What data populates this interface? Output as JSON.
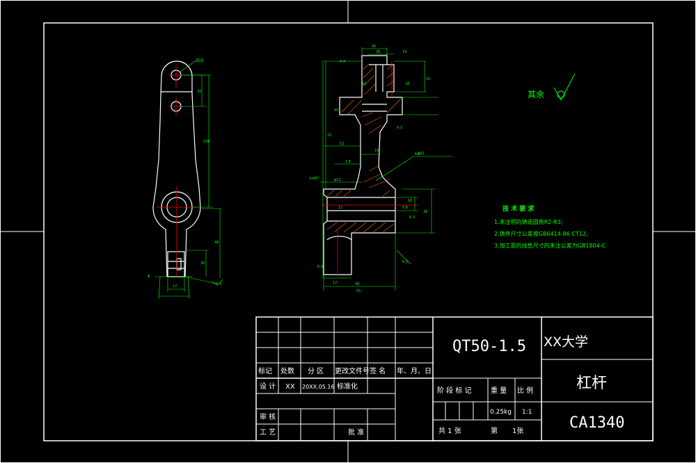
{
  "title_block": {
    "material": "QT50-1.5",
    "school": "XX大学",
    "part_name": "杠杆",
    "drawing_no": "CA1340",
    "revision_headers": [
      "标记",
      "处数",
      "分 区",
      "更改文件号",
      "签 名",
      "年、月、日"
    ],
    "designer_label": "设 计",
    "designer": "XX",
    "design_date": "20XX.05.16",
    "standardize_label": "标准化",
    "review_label": "审 核",
    "process_label": "工 艺",
    "approve_label": "批 准",
    "stage_label": "阶 段 标 记",
    "weight_label": "重 量",
    "scale_label": "比 例",
    "weight": "0.25kg",
    "scale": "1:1",
    "sheets_total": "共 1 张",
    "sheet_label": "第",
    "sheet_no": "1张"
  },
  "roughness_note": "其余",
  "tech_requirements": {
    "title": "技 术 要 求",
    "items": [
      "1.未注明的铸造圆角R2-R3;",
      "2.铸件尺寸公差按GB6414-86  CT12;",
      "3.加工面的线性尺寸的未注公差为GB1804-C"
    ]
  },
  "dimensions": {
    "left_view": [
      "R13",
      "32",
      "158",
      "48",
      "30",
      "12",
      "6.3",
      "φ"
    ],
    "section_view": [
      "40",
      "38",
      "19",
      "32",
      "4.4",
      "10",
      "18",
      "45",
      "6.3",
      "12",
      "15",
      "1.6",
      "6.3",
      "18",
      "5.8",
      "6.3",
      "12",
      "36",
      "12",
      "40",
      "55",
      "72",
      "6.3",
      "6.3",
      "1x45°",
      "φ12",
      "φ32"
    ]
  },
  "colors": {
    "frame": "#ffffff",
    "geometry": "#ffffff",
    "dimension": "#00ff00",
    "center": "#ff0000",
    "hatch": "#ff6600"
  }
}
